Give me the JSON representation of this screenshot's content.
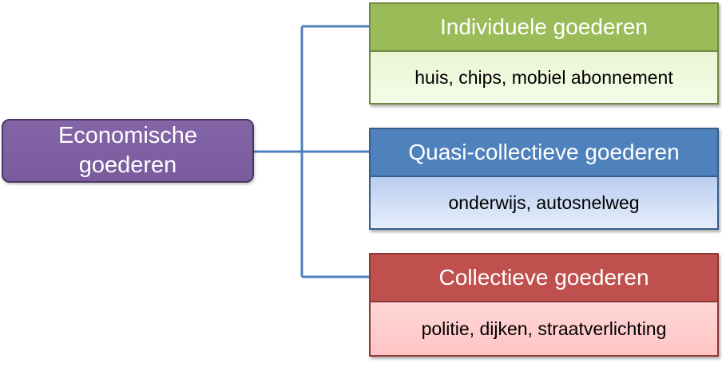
{
  "root": {
    "label_line1": "Economische",
    "label_line2": "goederen",
    "color": "#8064a2"
  },
  "connector_color": "#4f81bd",
  "branches": [
    {
      "title": "Individuele goederen",
      "examples": "huis, chips, mobiel abonnement",
      "color": "#9bbb59"
    },
    {
      "title": "Quasi-collectieve goederen",
      "examples": "onderwijs, autosnelweg",
      "color": "#4f81bd"
    },
    {
      "title": "Collectieve goederen",
      "examples": "politie, dijken, straatverlichting",
      "color": "#c0504d"
    }
  ]
}
